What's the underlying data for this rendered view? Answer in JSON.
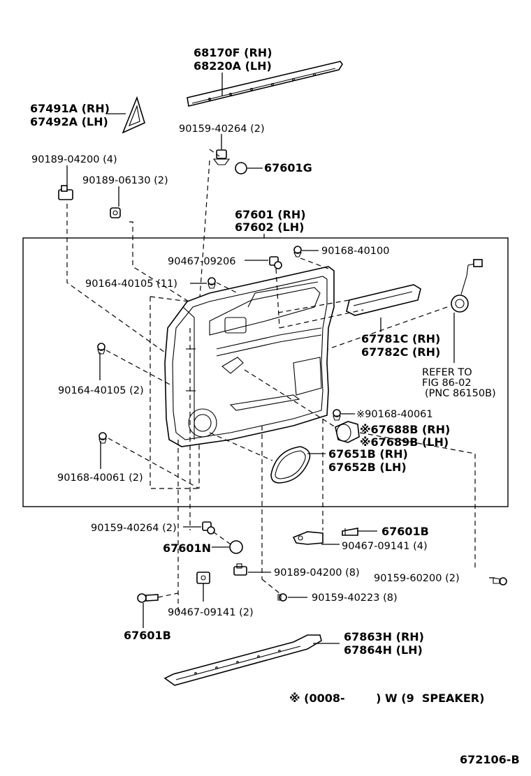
{
  "labels": {
    "moulding": [
      "68170F (RH)",
      "68220A (LH)"
    ],
    "corner_cover": [
      "67491A (RH)",
      "67492A (LH)"
    ],
    "clip_top": "90159-40264 (2)",
    "cap_g": "67601G",
    "clip_left_top": "90189-04200 (4)",
    "clip_left_2": "90189-06130 (2)",
    "panel": [
      "67601 (RH)",
      "67602 (LH)"
    ],
    "clip_a": "90467-09206",
    "clip_b": "90168-40100",
    "clip_c": "90164-40105 (11)",
    "armrest": [
      "67781C (RH)",
      "67782C (RH)"
    ],
    "speaker_ref": [
      "REFER TO",
      "FIG 86-02",
      "(PNC 86150B)"
    ],
    "clip_d": "90164-40105 (2)",
    "clip_e": "※90168-40061",
    "grille": [
      "※67688B (RH)",
      "※67689B (LH)"
    ],
    "cover": [
      "67651B (RH)",
      "67652B (LH)"
    ],
    "clip_f": "90168-40061 (2)",
    "clip_g": "90159-40264 (2)",
    "cap_n": "67601N",
    "cap_b1": "67601B",
    "clip_h": "90467-09141 (4)",
    "clip_i": "90189-04200 (8)",
    "clip_j": "90159-60200 (2)",
    "clip_k": "90159-40223 (8)",
    "clip_l": "90467-09141 (2)",
    "cap_b2": "67601B",
    "lower_moulding": [
      "67863H (RH)",
      "67864H (LH)"
    ],
    "footnote": "※ (0008-        ) W (9  SPEAKER)",
    "figure_id": "672106-B"
  }
}
